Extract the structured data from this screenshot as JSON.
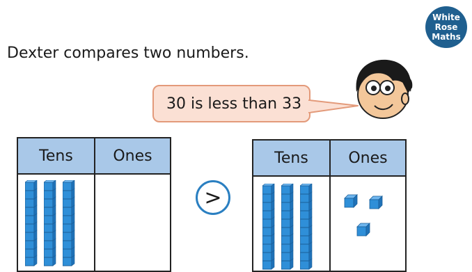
{
  "logo": {
    "line1": "White",
    "line2": "Rose",
    "line3": "Maths"
  },
  "question": "Dexter compares two numbers.",
  "speech": "30 is less than 33",
  "left_table": {
    "tens_header": "Tens",
    "ones_header": "Ones",
    "tens_rods": 3,
    "ones_cubes": 0
  },
  "compare_symbol": ">",
  "right_table": {
    "tens_header": "Tens",
    "ones_header": "Ones",
    "tens_rods": 3,
    "ones_cubes": 3
  },
  "colors": {
    "header_fill": "#a9c8e8",
    "rod_blue": "#2f8fd8",
    "bubble_fill": "#fbe0d4",
    "bubble_border": "#e39a7a",
    "circle_border": "#2a7fc1"
  }
}
